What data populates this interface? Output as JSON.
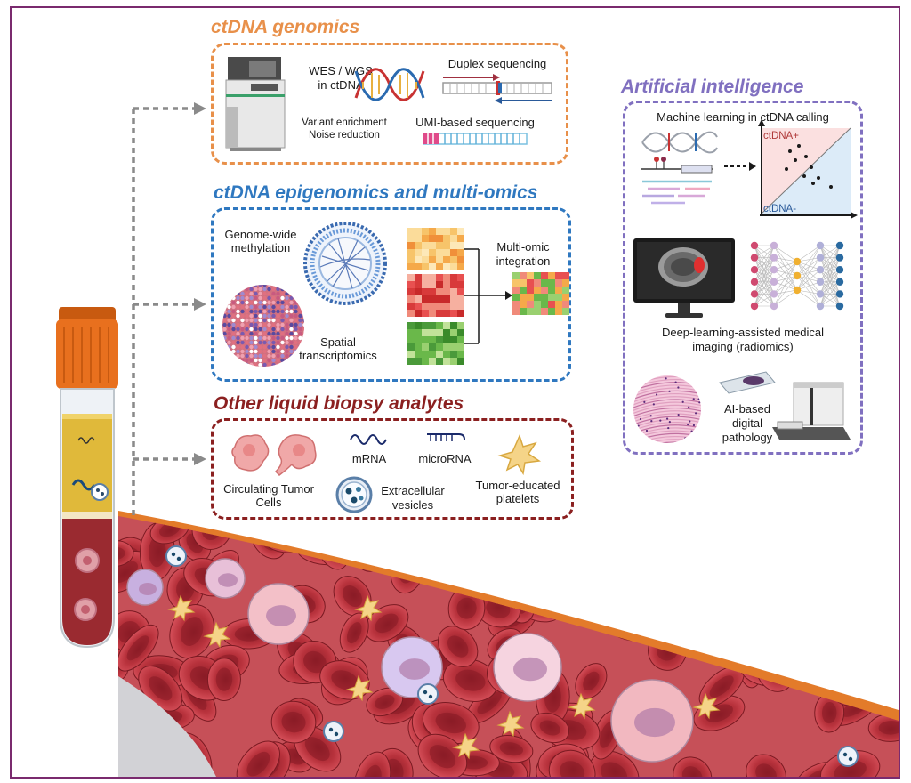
{
  "sections": {
    "genomics": {
      "title": "ctDNA genomics",
      "color": "#e8904a",
      "labels": {
        "wes_wgs": "WES / WGS",
        "in_ctdna": "in ctDNA",
        "variant_enrichment": "Variant enrichment",
        "noise_reduction": "Noise reduction",
        "duplex": "Duplex sequencing",
        "umi": "UMI-based sequencing"
      }
    },
    "epigenomics": {
      "title": "ctDNA epigenomics and multi-omics",
      "color": "#2f78c0",
      "labels": {
        "methylation_1": "Genome-wide",
        "methylation_2": "methylation",
        "multiomic_1": "Multi-omic",
        "multiomic_2": "integration",
        "spatial_1": "Spatial",
        "spatial_2": "transcriptomics"
      }
    },
    "other": {
      "title": "Other liquid biopsy analytes",
      "color": "#8b2020",
      "labels": {
        "ctc_1": "Circulating Tumor",
        "ctc_2": "Cells",
        "mrna": "mRNA",
        "microrna": "microRNA",
        "ev_1": "Extracellular",
        "ev_2": "vesicles",
        "platelets_1": "Tumor-educated",
        "platelets_2": "platelets"
      }
    },
    "ai": {
      "title": "Artificial intelligence",
      "color": "#8070c0",
      "labels": {
        "ml": "Machine learning in ctDNA calling",
        "ctdna_pos": "ctDNA+",
        "ctdna_neg": "ctDNA-",
        "imaging_1": "Deep-learning-assisted medical",
        "imaging_2": "imaging (radiomics)",
        "pathology_1": "AI-based",
        "pathology_2": "digital",
        "pathology_3": "pathology"
      }
    }
  },
  "colors": {
    "frame": "#7a2a6e",
    "arrow": "#8a8a8a",
    "tube_cap": "#e8701e",
    "plasma": "#e0b93a",
    "blood": "#9a2a30",
    "vessel_wall": "#e37b2a",
    "rbc": "#b8323c"
  },
  "icons": [
    "sequencer-icon",
    "dna-helix-icon",
    "circos-plot-icon",
    "heatmap-icon",
    "tumor-cell-icon",
    "vesicle-icon",
    "platelet-icon",
    "monitor-icon",
    "neural-network-icon",
    "slide-scanner-icon",
    "blood-tube-icon"
  ]
}
